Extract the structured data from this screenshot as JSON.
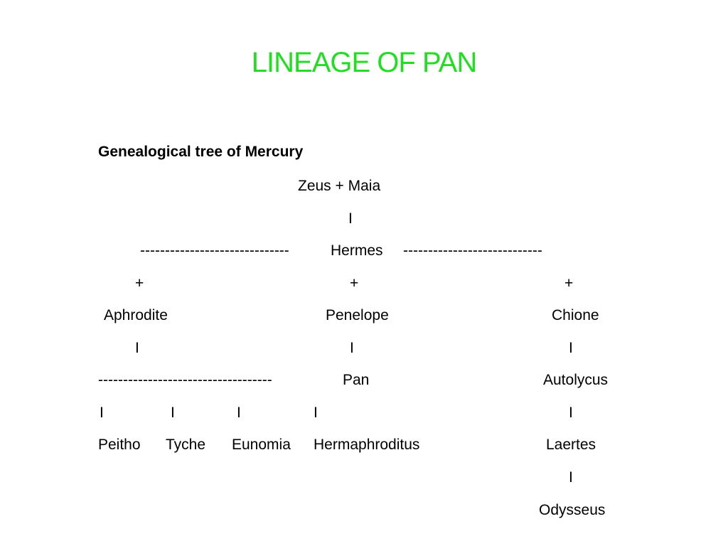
{
  "slide": {
    "title": "LINEAGE OF PAN",
    "title_color": "#22dd22"
  },
  "tree": {
    "heading": "Genealogical tree of Mercury",
    "root": "Zeus + Maia",
    "root_link": "I",
    "hermes_dashes_left": "------------------------------",
    "hermes": "Hermes",
    "hermes_dashes_right": "----------------------------",
    "plus_left": "+",
    "plus_center": "+",
    "plus_right": "+",
    "spouse_left": "Aphrodite",
    "spouse_center": "Penelope",
    "spouse_right": "Chione",
    "link_left": "I",
    "link_center": "I",
    "link_right": "I",
    "aphrodite_children_dashes": "-----------------------------------",
    "pan": "Pan",
    "autolycus": "Autolycus",
    "child_link_1": "I",
    "child_link_2": "I",
    "child_link_3": "I",
    "child_link_4": "I",
    "autolycus_link": "I",
    "child_1": "Peitho",
    "child_2": "Tyche",
    "child_3": "Eunomia",
    "child_4": "Hermaphroditus",
    "laertes": "Laertes",
    "laertes_link": "I",
    "odysseus": "Odysseus"
  }
}
